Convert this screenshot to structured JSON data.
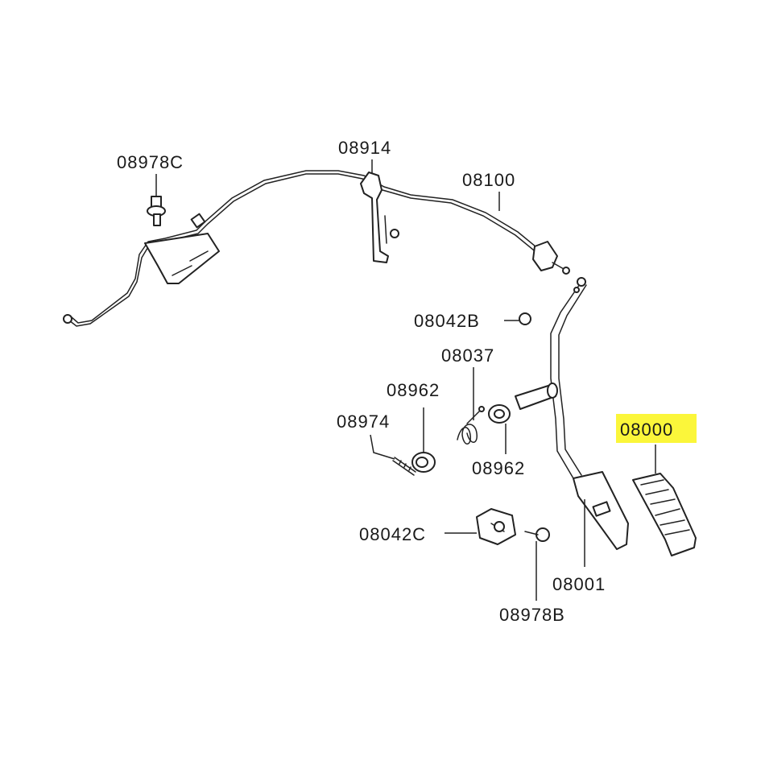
{
  "diagram": {
    "highlight_color": "#fbf63a",
    "line_color": "#222222",
    "highlighted_part": "08000",
    "labels": {
      "p08978C": "08978C",
      "p08914": "08914",
      "p08100": "08100",
      "p08042B": "08042B",
      "p08037": "08037",
      "p08962_top": "08962",
      "p08974": "08974",
      "p08962_bottom": "08962",
      "p08000": "08000",
      "p08042C": "08042C",
      "p08001": "08001",
      "p08978B": "08978B"
    }
  }
}
